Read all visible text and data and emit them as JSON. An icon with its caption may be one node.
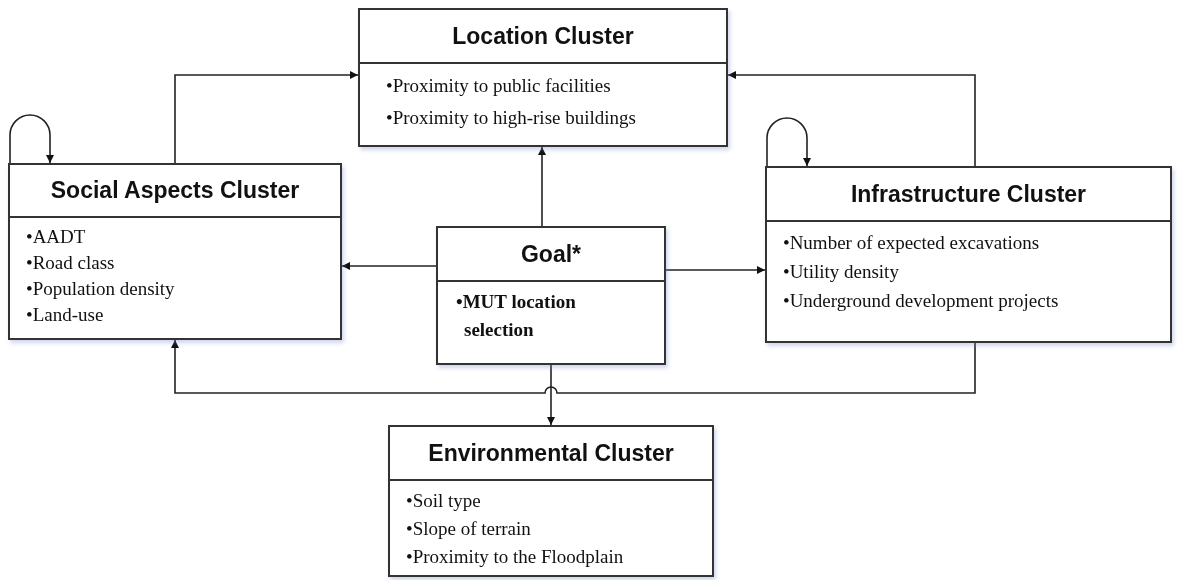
{
  "diagram": {
    "nodes": [
      {
        "text": [
          "Location Cluster",
          "•Proximity to public facilities",
          "•Proximity to high-rise buildings"
        ]
      },
      {
        "text": [
          "Social Aspects Cluster",
          "•AADT",
          "•Road class",
          "•Population density",
          "•Land-use"
        ]
      },
      {
        "text": [
          "Goal*",
          "•MUT location selection"
        ]
      },
      {
        "text": [
          "Infrastructure Cluster",
          "•Number of expected excavations",
          "•Utility density",
          "•Underground development projects"
        ]
      },
      {
        "text": [
          "Environmental Cluster",
          "•Soil type",
          "•Slope of terrain",
          "•Proximity to the Floodplain"
        ]
      }
    ],
    "edges": [
      {
        "from": 1,
        "to": 0,
        "arrow": "to"
      },
      {
        "from": 1,
        "to": 1,
        "arrow": "to"
      },
      {
        "from": 3,
        "to": 0,
        "arrow": "to"
      },
      {
        "from": 3,
        "to": 3,
        "arrow": "to"
      },
      {
        "from": 2,
        "to": 0,
        "arrow": "to"
      },
      {
        "from": 2,
        "to": 1,
        "arrow": "to"
      },
      {
        "from": 2,
        "to": 3,
        "arrow": "to"
      },
      {
        "from": 2,
        "to": 4,
        "arrow": "to"
      },
      {
        "from": 3,
        "to": 1,
        "arrow": "to"
      }
    ]
  }
}
